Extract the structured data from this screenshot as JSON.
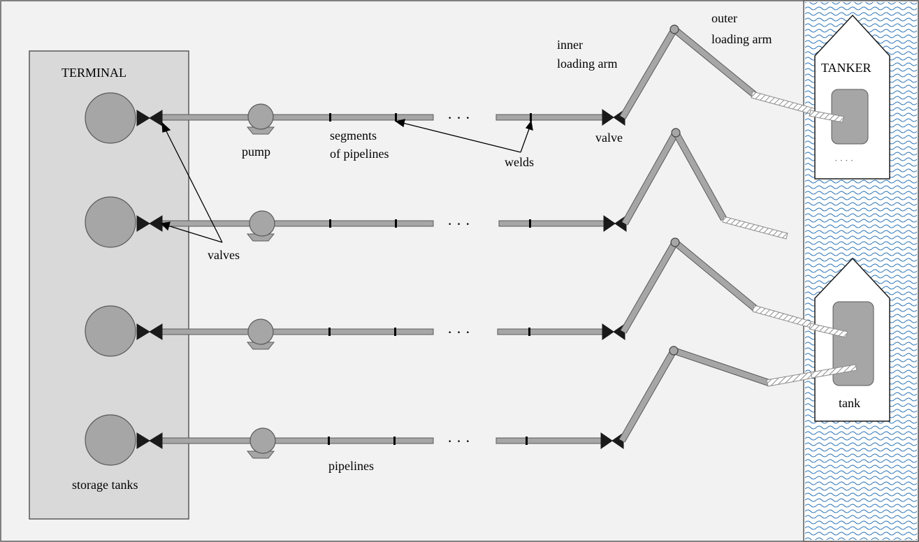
{
  "labels": {
    "terminal": "TERMINAL",
    "tanker": "TANKER",
    "pump": "pump",
    "segments_line1": "segments",
    "segments_line2": "of pipelines",
    "welds": "welds",
    "valve": "valve",
    "valves": "valves",
    "inner_arm_line1": "inner",
    "inner_arm_line2": "loading arm",
    "outer_arm_line1": "outer",
    "outer_arm_line2": "loading arm",
    "storage_tanks": "storage tanks",
    "pipelines": "pipelines",
    "tank": "tank",
    "ellipsis": "·  ·  ·",
    "tank_ellipsis": "·  ·  ·  ·"
  },
  "colors": {
    "background": "#f2f2f2",
    "terminal_fill": "#d9d9d9",
    "storage_tank": "#a6a6a6",
    "pipe": "#a6a6a6",
    "pipe_outline": "#595959",
    "valve": "#1a1a1a",
    "hose_hatch": "#8c8c8c",
    "water": "#2e75b6",
    "tanker_hull": "#ffffff",
    "tanker_tank": "#a6a6a6"
  }
}
